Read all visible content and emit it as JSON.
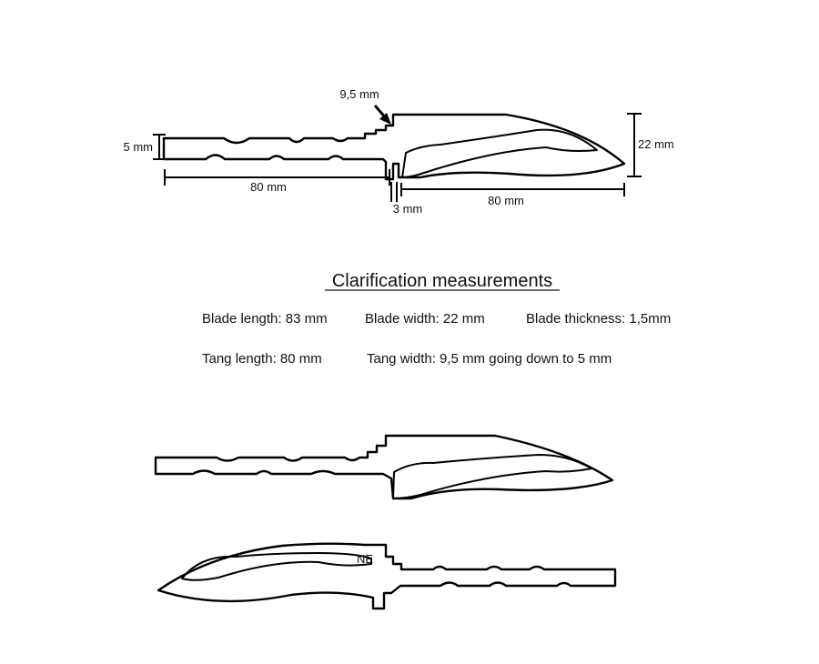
{
  "dimensions": {
    "tang_height": "5 mm",
    "tang_length": "80 mm",
    "shoulder_height": "9,5 mm",
    "shoulder_gap": "3 mm",
    "blade_length": "80 mm",
    "blade_height": "22 mm"
  },
  "clarification": {
    "title": "Clarification measurements",
    "blade_length": "Blade length: 83 mm",
    "blade_width": "Blade width: 22 mm",
    "blade_thickness": "Blade thickness: 1,5mm",
    "tang_length": "Tang length: 80 mm",
    "tang_width": "Tang width: 9,5 mm going down to 5 mm"
  },
  "mirrored_knife": {
    "mark": "NE"
  }
}
